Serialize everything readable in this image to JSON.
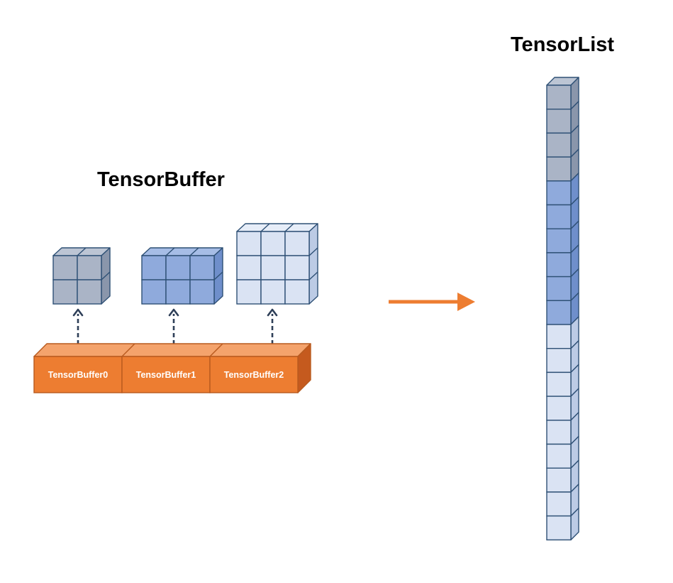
{
  "titles": {
    "left": "TensorBuffer",
    "right": "TensorList"
  },
  "buffers": [
    {
      "label": "TensorBuffer0",
      "tensor_cols": 2,
      "tensor_rows": 2,
      "color_key": "gray"
    },
    {
      "label": "TensorBuffer1",
      "tensor_cols": 3,
      "tensor_rows": 2,
      "color_key": "blue"
    },
    {
      "label": "TensorBuffer2",
      "tensor_cols": 3,
      "tensor_rows": 3,
      "color_key": "light"
    }
  ],
  "tensor_list": {
    "segments": [
      {
        "color_key": "gray",
        "count": 4
      },
      {
        "color_key": "blue",
        "count": 6
      },
      {
        "color_key": "light",
        "count": 9
      }
    ]
  },
  "colors": {
    "gray": {
      "face": "#aab4c6",
      "top": "#bcc5d4",
      "side": "#8a96ab"
    },
    "blue": {
      "face": "#8faadc",
      "top": "#a6bde6",
      "side": "#6f8fcb"
    },
    "light": {
      "face": "#dae3f3",
      "top": "#e6edf8",
      "side": "#bccbe5"
    },
    "edge": "#2e5075",
    "buffer_face": "#ed7d31",
    "buffer_top": "#f4a36c",
    "buffer_side": "#c55a1e",
    "buffer_edge": "#b85a1e",
    "arrow": "#ed7d31",
    "pointer": "#2e3f58"
  }
}
